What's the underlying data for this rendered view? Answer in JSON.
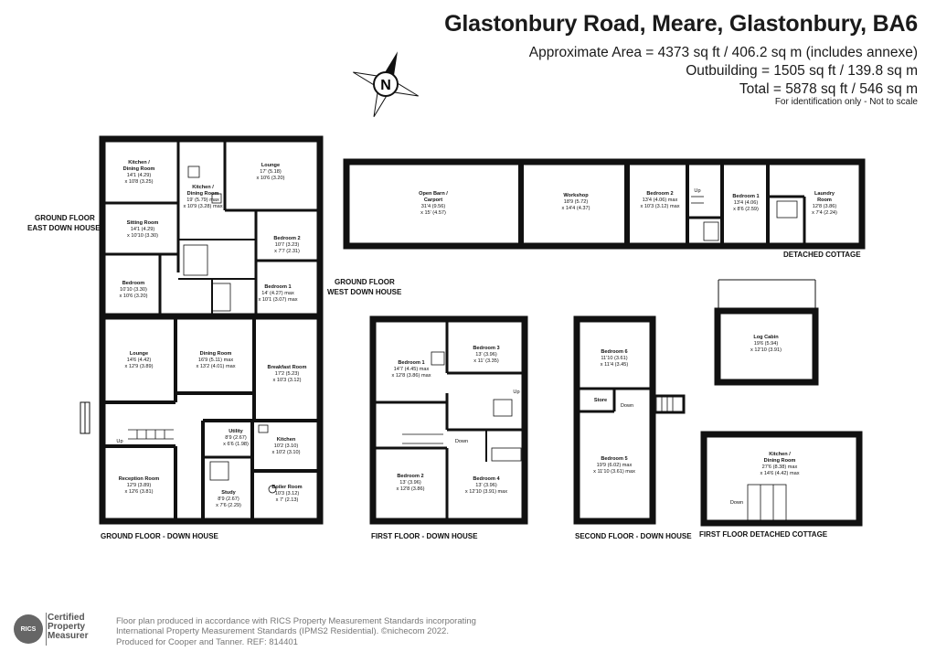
{
  "header": {
    "title": "Glastonbury Road, Meare, Glastonbury, BA6",
    "area_main": "Approximate Area = 4373 sq ft / 406.2 sq m (includes annexe)",
    "area_outbuilding": "Outbuilding = 1505 sq ft / 139.8 sq m",
    "area_total": "Total = 5878 sq ft / 546 sq m",
    "note": "For identification only - Not to scale"
  },
  "compass": {
    "letter": "N"
  },
  "labels": {
    "gf_east": "GROUND FLOOR",
    "gf_east2": "EAST DOWN HOUSE",
    "gf_west": "GROUND FLOOR",
    "gf_west2": "WEST DOWN HOUSE",
    "gf_down": "GROUND FLOOR - DOWN HOUSE",
    "ff_down": "FIRST FLOOR - DOWN HOUSE",
    "sf_down": "SECOND FLOOR - DOWN HOUSE",
    "ff_cottage": "FIRST FLOOR DETACHED COTTAGE",
    "detached_cottage": "DETACHED COTTAGE"
  },
  "rooms": {
    "east_kitchen": {
      "name": "Kitchen /",
      "name2": "Dining Room",
      "d1": "14'1 (4.29)",
      "d2": "x 10'8 (3.25)"
    },
    "west_kitchen": {
      "name": "Kitchen /",
      "name2": "Dining Room",
      "d1": "19' (5.79) max",
      "d2": "x 10'9 (3.28) max"
    },
    "west_lounge": {
      "name": "Lounge",
      "d1": "17' (5.18)",
      "d2": "x 10'6 (3.20)"
    },
    "east_sitting": {
      "name": "Sitting Room",
      "d1": "14'1 (4.29)",
      "d2": "x 10'10 (3.30)"
    },
    "west_bed2": {
      "name": "Bedroom 2",
      "d1": "10'7 (3.23)",
      "d2": "x 7'7 (2.31)"
    },
    "east_bedroom": {
      "name": "Bedroom",
      "d1": "10'10 (3.30)",
      "d2": "x 10'6 (3.20)"
    },
    "west_bed1": {
      "name": "Bedroom 1",
      "d1": "14' (4.27) max",
      "d2": "x 10'1 (3.07) max"
    },
    "dh_lounge": {
      "name": "Lounge",
      "d1": "14'6 (4.42)",
      "d2": "x 12'9 (3.89)"
    },
    "dh_dining": {
      "name": "Dining Room",
      "d1": "16'9 (5.11) max",
      "d2": "x 13'2 (4.01) max"
    },
    "dh_breakfast": {
      "name": "Breakfast Room",
      "d1": "17'2 (5.23)",
      "d2": "x 10'3 (3.12)"
    },
    "dh_utility": {
      "name": "Utility",
      "d1": "8'9 (2.67)",
      "d2": "x 6'6 (1.98)"
    },
    "dh_kitchen": {
      "name": "Kitchen",
      "d1": "10'2 (3.10)",
      "d2": "x 10'2 (3.10)"
    },
    "dh_reception": {
      "name": "Reception Room",
      "d1": "12'9 (3.89)",
      "d2": "x 12'6 (3.81)"
    },
    "dh_study": {
      "name": "Study",
      "d1": "8'9 (2.67)",
      "d2": "x 7'6 (2.29)"
    },
    "dh_boiler": {
      "name": "Boiler Room",
      "d1": "10'3 (3.12)",
      "d2": "x 7' (2.13)"
    },
    "ff_bed1": {
      "name": "Bedroom 1",
      "d1": "14'7 (4.45) max",
      "d2": "x 12'8 (3.86) max"
    },
    "ff_bed3": {
      "name": "Bedroom 3",
      "d1": "13' (3.96)",
      "d2": "x 11' (3.35)"
    },
    "ff_bed2": {
      "name": "Bedroom 2",
      "d1": "13' (3.96)",
      "d2": "x 12'8 (3.86)"
    },
    "ff_bed4": {
      "name": "Bedroom 4",
      "d1": "13' (3.96)",
      "d2": "x 12'10 (3.91) max"
    },
    "sf_bed6": {
      "name": "Bedroom 6",
      "d1": "11'10 (3.61)",
      "d2": "x 11'4 (3.45)"
    },
    "sf_store": {
      "name": "Store"
    },
    "sf_bed5": {
      "name": "Bedroom 5",
      "d1": "19'9 (6.02) max",
      "d2": "x 11'10 (3.61) max"
    },
    "barn": {
      "name": "Open Barn /",
      "name2": "Carport",
      "d1": "31'4 (9.56)",
      "d2": "x 15' (4.57)"
    },
    "workshop": {
      "name": "Workshop",
      "d1": "18'9 (5.72)",
      "d2": "x 14'4 (4.37)"
    },
    "dc_bed2": {
      "name": "Bedroom 2",
      "d1": "13'4 (4.06) max",
      "d2": "x 10'3 (3.12) max"
    },
    "dc_bed1": {
      "name": "Bedroom 1",
      "d1": "13'4 (4.06)",
      "d2": "x 8'6 (2.59)"
    },
    "dc_laundry": {
      "name": "Laundry",
      "name2": "Room",
      "d1": "12'8 (3.86)",
      "d2": "x 7'4 (2.24)"
    },
    "logcabin": {
      "name": "Log Cabin",
      "d1": "19'6 (5.94)",
      "d2": "x 12'10 (3.91)"
    },
    "fc_kitchen": {
      "name": "Kitchen /",
      "name2": "Dining Room",
      "d1": "27'6 (8.38) max",
      "d2": "x 14'6 (4.42) max"
    }
  },
  "stairs": {
    "up": "Up",
    "down": "Down"
  },
  "footer": {
    "badge_org": "RICS",
    "badge_line1": "Certified",
    "badge_line2": "Property",
    "badge_line3": "Measurer",
    "line1": "Floor plan produced in accordance with RICS Property Measurement Standards incorporating",
    "line2": "International Property Measurement Standards (IPMS2 Residential).  ©nichecom 2022.",
    "line3": "Produced for Cooper and Tanner.  REF: 814401"
  }
}
